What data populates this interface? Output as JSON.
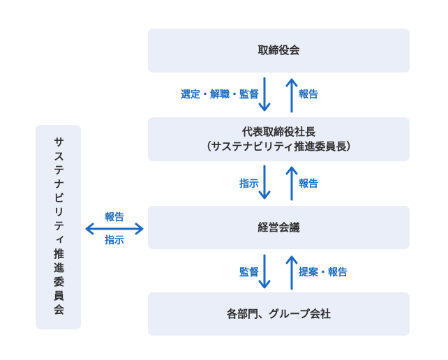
{
  "diagram": {
    "type": "governance-structure-flowchart",
    "nodes": {
      "board": {
        "label": "取締役会"
      },
      "president": {
        "label_line1": "代表取締役社長",
        "label_line2": "（サステナビリティ推進委員長）"
      },
      "management": {
        "label": "経営会議"
      },
      "departments": {
        "label": "各部門、グループ会社"
      },
      "committee": {
        "label": "サステナビリティ推進委員会"
      }
    },
    "edges": {
      "board_president": {
        "down_label": "選定・解職・監督",
        "up_label": "報告"
      },
      "president_management": {
        "down_label": "指示",
        "up_label": "報告"
      },
      "management_departments": {
        "down_label": "監督",
        "up_label": "提案・報告"
      },
      "committee_management": {
        "top_label": "報告",
        "bottom_label": "指示"
      }
    },
    "colors": {
      "node_fill": "#e9eef8",
      "arrow_blue": "#1a6ac1",
      "node_text": "#2e2e2e",
      "background": "#ffffff"
    }
  }
}
